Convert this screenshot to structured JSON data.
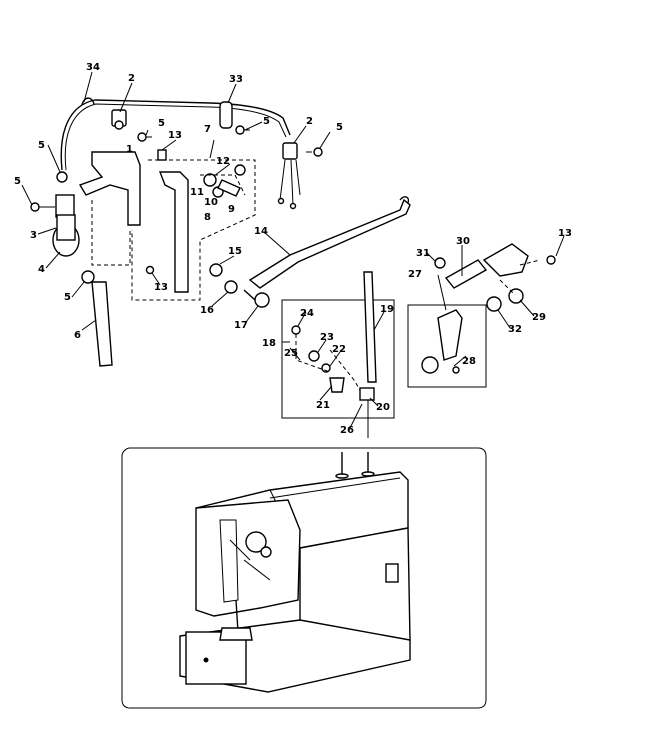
{
  "callouts": [
    {
      "id": "c34",
      "label": "34"
    },
    {
      "id": "c2a",
      "label": "2"
    },
    {
      "id": "c33",
      "label": "33"
    },
    {
      "id": "c5a",
      "label": "5"
    },
    {
      "id": "c13a",
      "label": "13"
    },
    {
      "id": "c5b",
      "label": "5"
    },
    {
      "id": "c7",
      "label": "7"
    },
    {
      "id": "c2b",
      "label": "2"
    },
    {
      "id": "c5c",
      "label": "5"
    },
    {
      "id": "c5d",
      "label": "5"
    },
    {
      "id": "c1",
      "label": "1"
    },
    {
      "id": "c12",
      "label": "12"
    },
    {
      "id": "c11",
      "label": "11"
    },
    {
      "id": "c10",
      "label": "10"
    },
    {
      "id": "c8",
      "label": "8"
    },
    {
      "id": "c9",
      "label": "9"
    },
    {
      "id": "c5e",
      "label": "5"
    },
    {
      "id": "c3",
      "label": "3"
    },
    {
      "id": "c4",
      "label": "4"
    },
    {
      "id": "c14",
      "label": "14"
    },
    {
      "id": "c15",
      "label": "15"
    },
    {
      "id": "c13b",
      "label": "13"
    },
    {
      "id": "c16",
      "label": "16"
    },
    {
      "id": "c17",
      "label": "17"
    },
    {
      "id": "c5f",
      "label": "5"
    },
    {
      "id": "c6",
      "label": "6"
    },
    {
      "id": "c31",
      "label": "31"
    },
    {
      "id": "c30",
      "label": "30"
    },
    {
      "id": "c13c",
      "label": "13"
    },
    {
      "id": "c27",
      "label": "27"
    },
    {
      "id": "c29",
      "label": "29"
    },
    {
      "id": "c32",
      "label": "32"
    },
    {
      "id": "c28",
      "label": "28"
    },
    {
      "id": "c19",
      "label": "19"
    },
    {
      "id": "c24",
      "label": "24"
    },
    {
      "id": "c18",
      "label": "18"
    },
    {
      "id": "c23",
      "label": "23"
    },
    {
      "id": "c25",
      "label": "25"
    },
    {
      "id": "c22",
      "label": "22"
    },
    {
      "id": "c21",
      "label": "21"
    },
    {
      "id": "c20",
      "label": "20"
    },
    {
      "id": "c26",
      "label": "26"
    }
  ]
}
